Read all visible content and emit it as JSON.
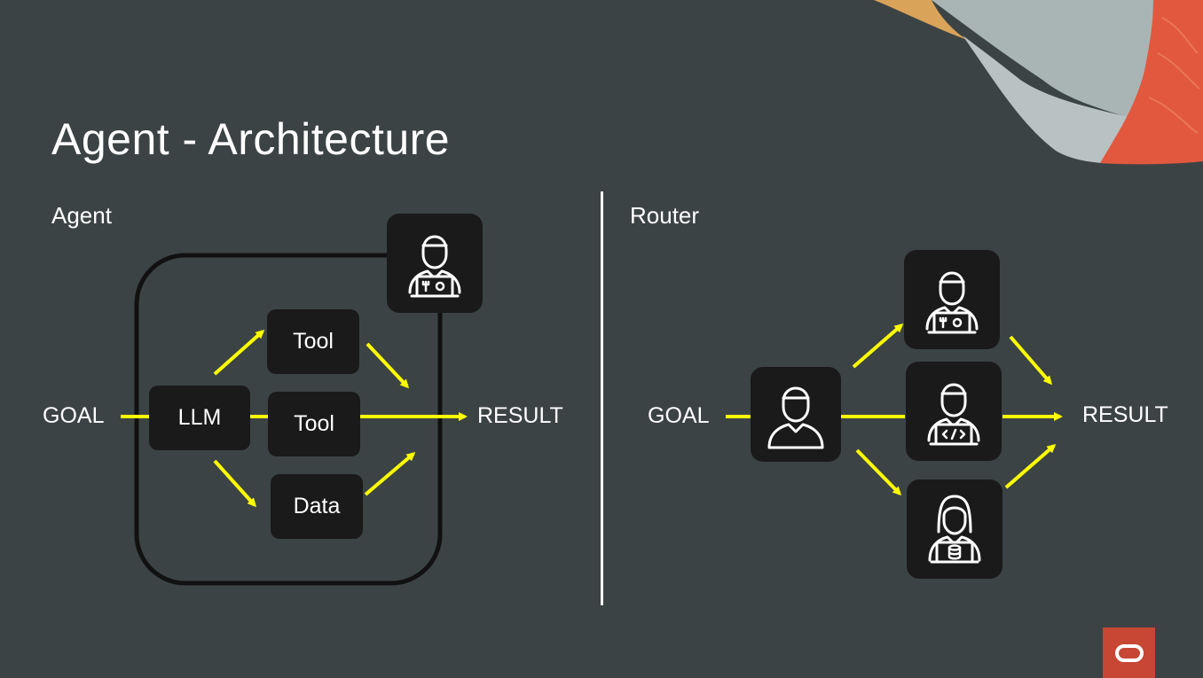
{
  "title": "Agent - Architecture",
  "agent_section": {
    "label": "Agent",
    "goal": "GOAL",
    "result": "RESULT",
    "llm": "LLM",
    "tool_top": "Tool",
    "tool_middle": "Tool",
    "data": "Data",
    "agent_icon": "developer-tools-icon"
  },
  "router_section": {
    "label": "Router",
    "goal": "GOAL",
    "result": "RESULT",
    "router_icon": "user-icon",
    "agents": [
      "developer-tools-icon",
      "developer-code-icon",
      "developer-database-icon"
    ]
  },
  "colors": {
    "background": "#3c4345",
    "arrow": "#ffff00",
    "box": "#1a1a1a",
    "brand": "#c74634"
  }
}
